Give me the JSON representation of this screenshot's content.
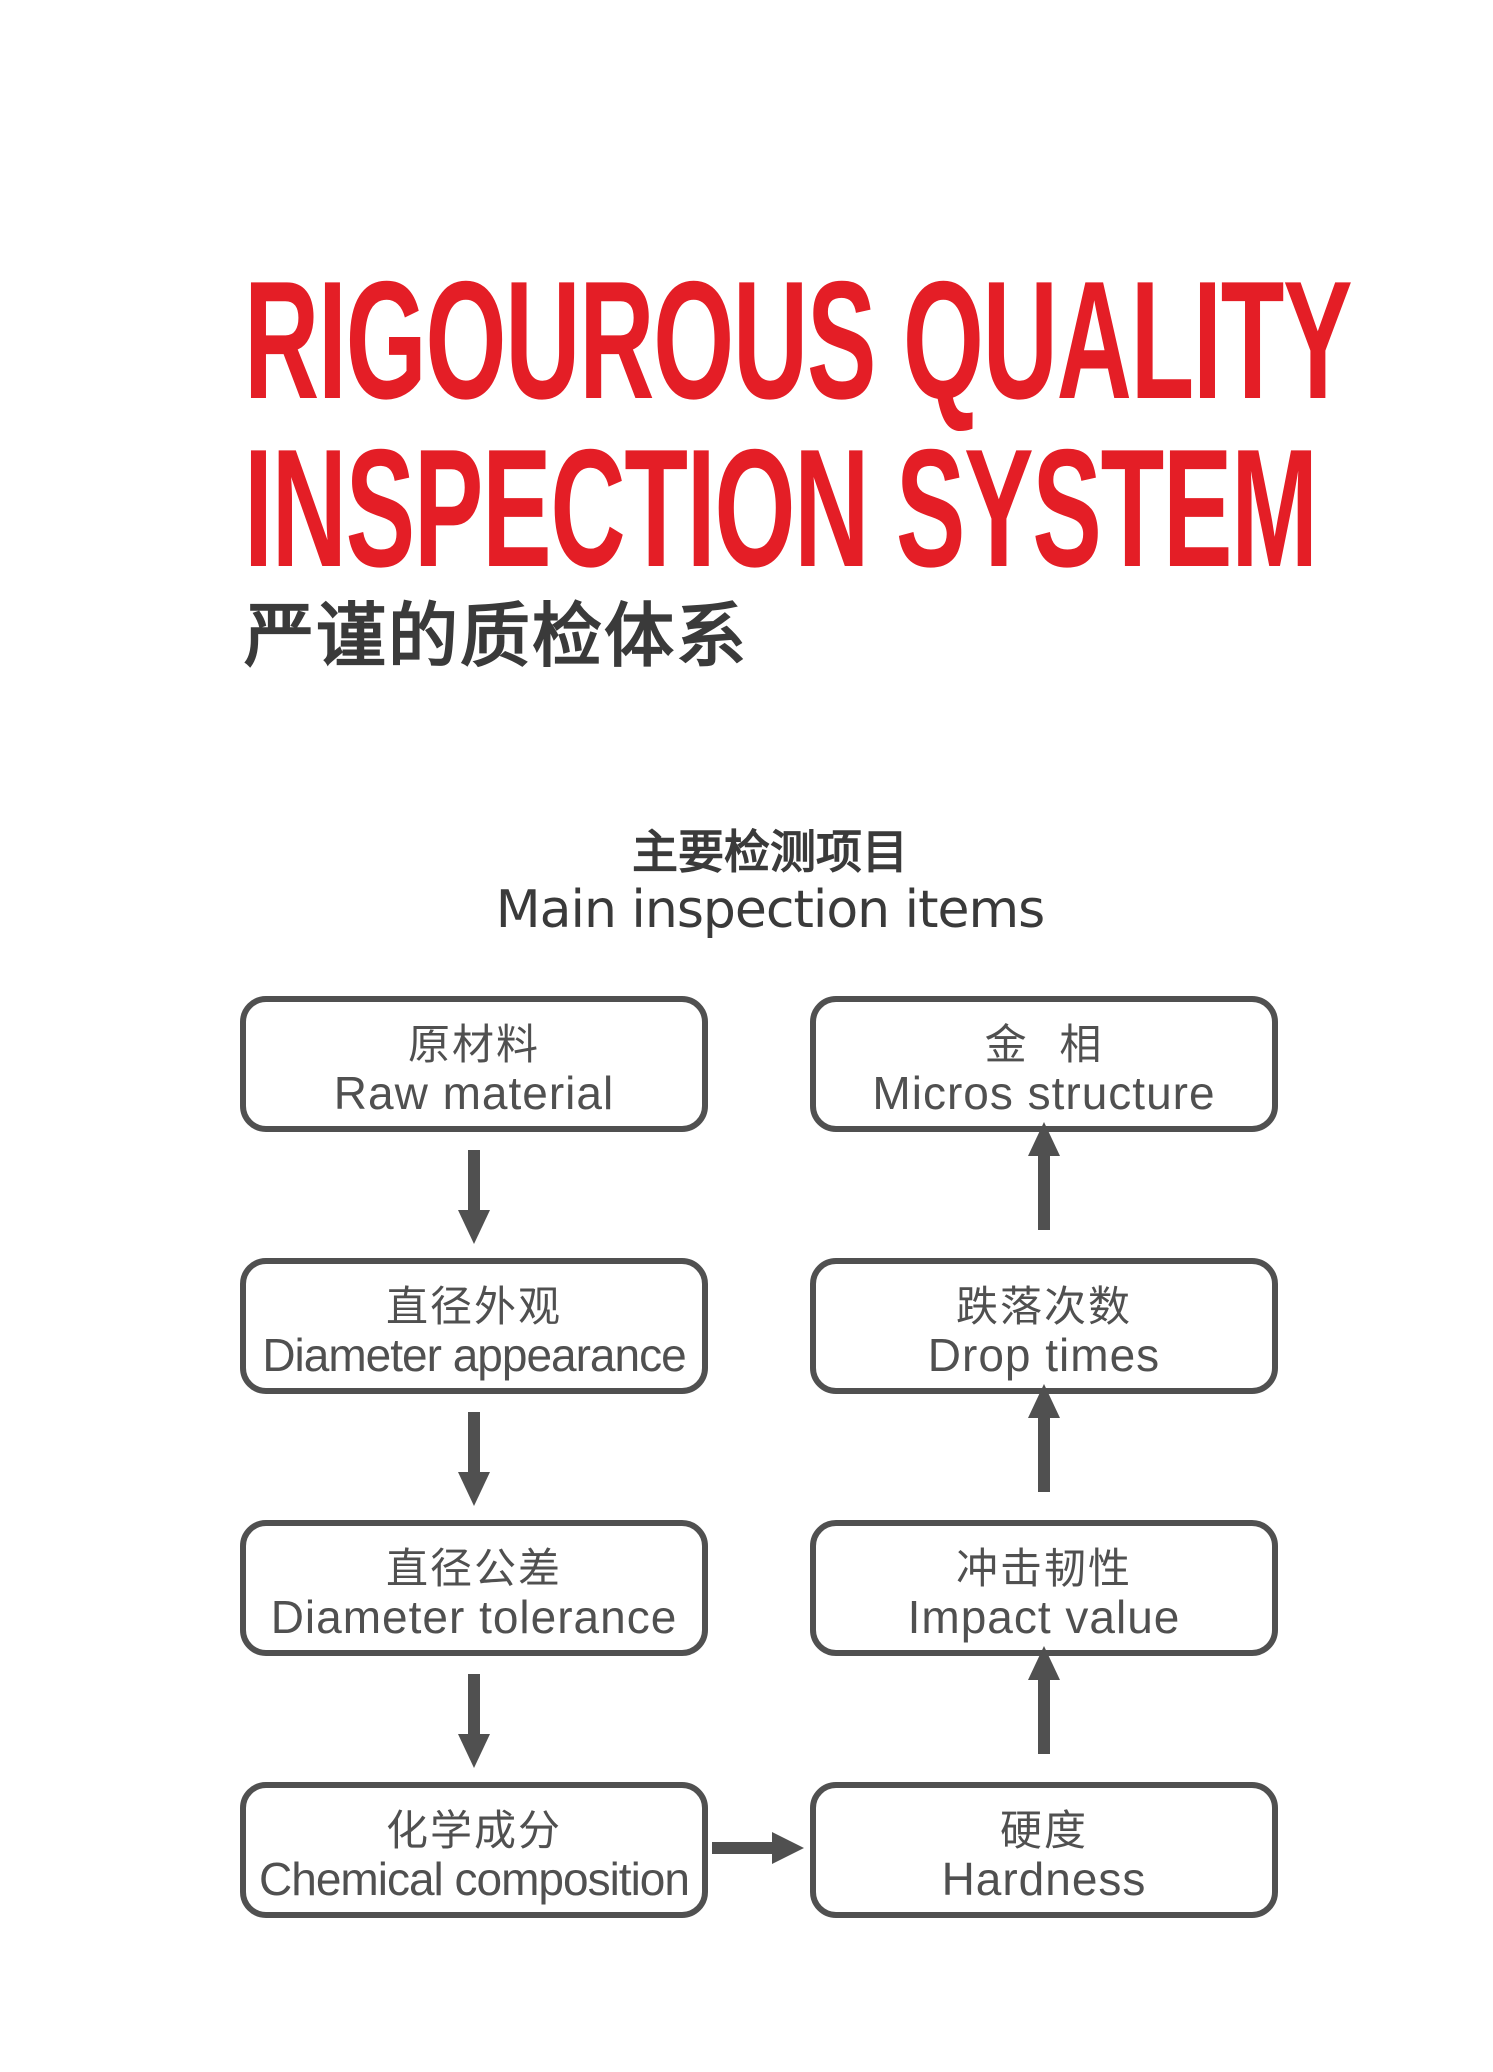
{
  "header": {
    "title_line_1": "RIGOUROUS QUALITY",
    "title_line_2": "INSPECTION SYSTEM",
    "subtitle_cn": "严谨的质检体系",
    "title_color": "#e41e26"
  },
  "section": {
    "heading_cn": "主要检测项目",
    "heading_en": "Main inspection items"
  },
  "flow": {
    "left_column": [
      {
        "cn": "原材料",
        "en": "Raw material"
      },
      {
        "cn": "直径外观",
        "en": "Diameter appearance"
      },
      {
        "cn": "直径公差",
        "en": "Diameter tolerance"
      },
      {
        "cn": "化学成分",
        "en": "Chemical composition"
      }
    ],
    "right_column": [
      {
        "cn": "金  相",
        "en": "Micros structure"
      },
      {
        "cn": "跌落次数",
        "en": "Drop times"
      },
      {
        "cn": "冲击韧性",
        "en": "Impact value"
      },
      {
        "cn": "硬度",
        "en": "Hardness"
      }
    ],
    "arrow_color": "#505050",
    "box_border_color": "#505050"
  }
}
